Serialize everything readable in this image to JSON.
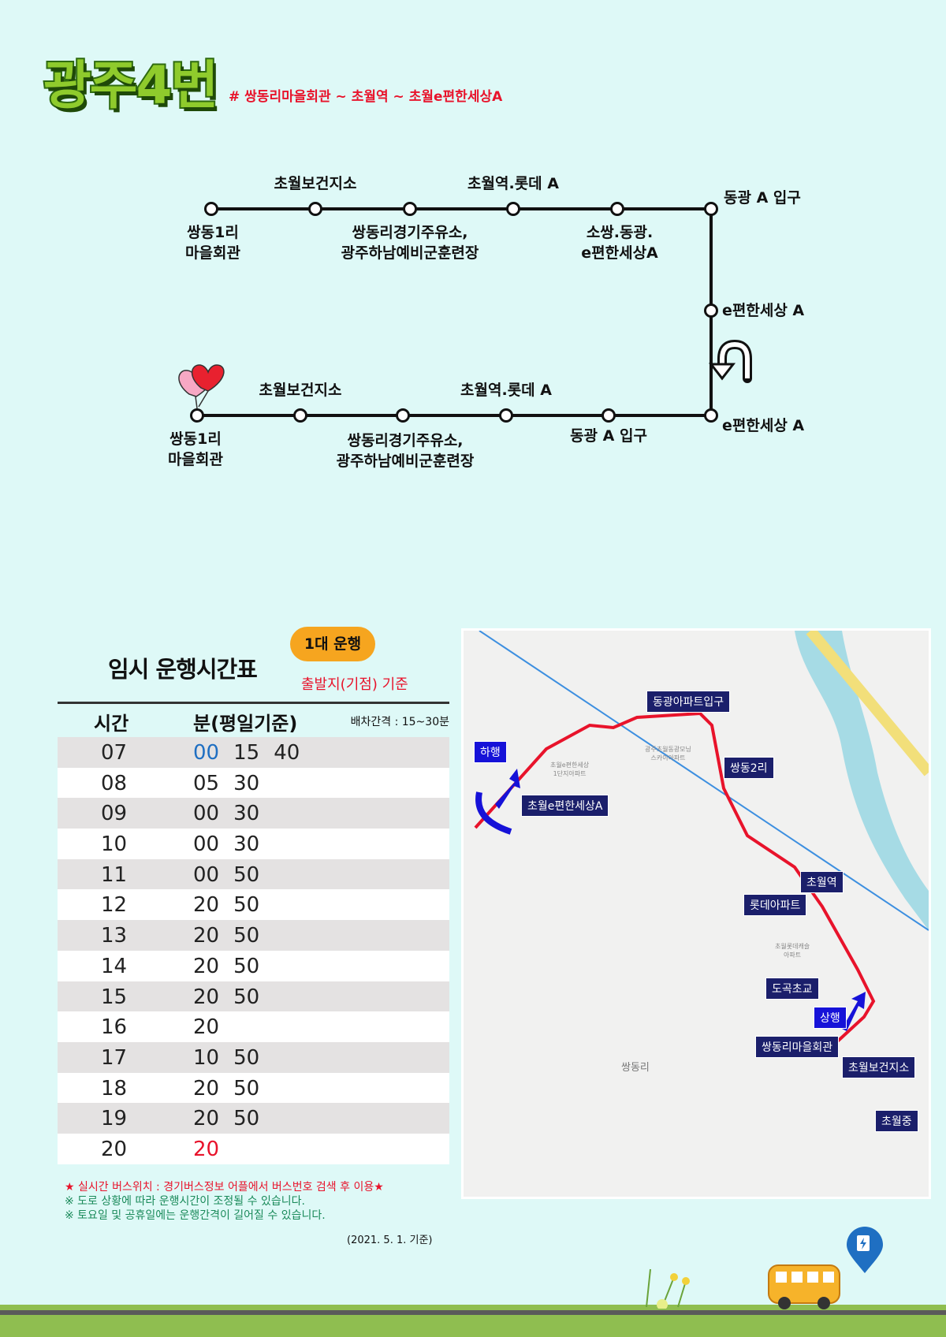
{
  "header": {
    "title": "광주4번",
    "subtitle": "# 쌍동리마을회관 ~ 초월역 ~ 초월e편한세상A"
  },
  "route": {
    "upper": {
      "stop1": [
        "쌍동1리",
        "마을회관"
      ],
      "stop2": "초월보건지소",
      "stop3": [
        "쌍동리경기주유소,",
        "광주하남예비군훈련장"
      ],
      "stop4": "초월역.롯데 A",
      "stop5": [
        "소쌍.동광.",
        "e편한세상A"
      ],
      "stop6": "동광 A 입구"
    },
    "side": "e편한세상 A",
    "lower": {
      "stop1": "e편한세상 A",
      "stop2": "동광 A 입구",
      "stop3": "초월역.롯데 A",
      "stop4": [
        "쌍동리경기주유소,",
        "광주하남예비군훈련장"
      ],
      "stop5": "초월보건지소",
      "stop6": [
        "쌍동1리",
        "마을회관"
      ]
    }
  },
  "timetable": {
    "title": "임시 운행시간표",
    "badge": "1대 운행",
    "basis": "출발지(기점) 기준",
    "col_hour": "시간",
    "col_min": "분(평일기준)",
    "interval": "배차간격 : 15~30분",
    "rows": [
      {
        "hour": "07",
        "mins": [
          "00",
          "15",
          "40"
        ]
      },
      {
        "hour": "08",
        "mins": [
          "05",
          "30"
        ]
      },
      {
        "hour": "09",
        "mins": [
          "00",
          "30"
        ]
      },
      {
        "hour": "10",
        "mins": [
          "00",
          "30"
        ]
      },
      {
        "hour": "11",
        "mins": [
          "00",
          "50"
        ]
      },
      {
        "hour": "12",
        "mins": [
          "20",
          "50"
        ]
      },
      {
        "hour": "13",
        "mins": [
          "20",
          "50"
        ]
      },
      {
        "hour": "14",
        "mins": [
          "20",
          "50"
        ]
      },
      {
        "hour": "15",
        "mins": [
          "20",
          "50"
        ]
      },
      {
        "hour": "16",
        "mins": [
          "20"
        ]
      },
      {
        "hour": "17",
        "mins": [
          "10",
          "50"
        ]
      },
      {
        "hour": "18",
        "mins": [
          "20",
          "50"
        ]
      },
      {
        "hour": "19",
        "mins": [
          "20",
          "50"
        ]
      },
      {
        "hour": "20",
        "mins": [
          "20"
        ]
      }
    ],
    "first_color": "#1f6fc2",
    "last_color": "#e8132b"
  },
  "notes": {
    "n1": "★ 실시간 버스위치 : 경기버스정보 어플에서 버스번호 검색 후 이용★",
    "n2": "※ 도로 상황에 따라 운행시간이 조정될 수 있습니다.",
    "n3": "※ 토요일 및 공휴일에는 운행간격이 길어질 수 있습니다.",
    "date": "(2021. 5. 1. 기준)"
  },
  "map": {
    "labels": {
      "donggwang": "동광아파트입구",
      "hahaeng": "하행",
      "ssangdong2": "쌍동2리",
      "chowol_e": "초월e편한세상A",
      "chowol_st": "초월역",
      "lotte": "롯데아파트",
      "dogok": "도곡초교",
      "sanghaeng": "상행",
      "ssangdong_hall": "쌍동리마을회관",
      "chowol_health": "초월보건지소",
      "chowol_mid": "초월중",
      "ssangdongri": "쌍동리",
      "apt1": "초월e편한세상\n1단지아파트",
      "apt2": "광주초월동광모닝\n스카이아파트",
      "apt3": "초월롯데캐슬\n아파트"
    }
  }
}
